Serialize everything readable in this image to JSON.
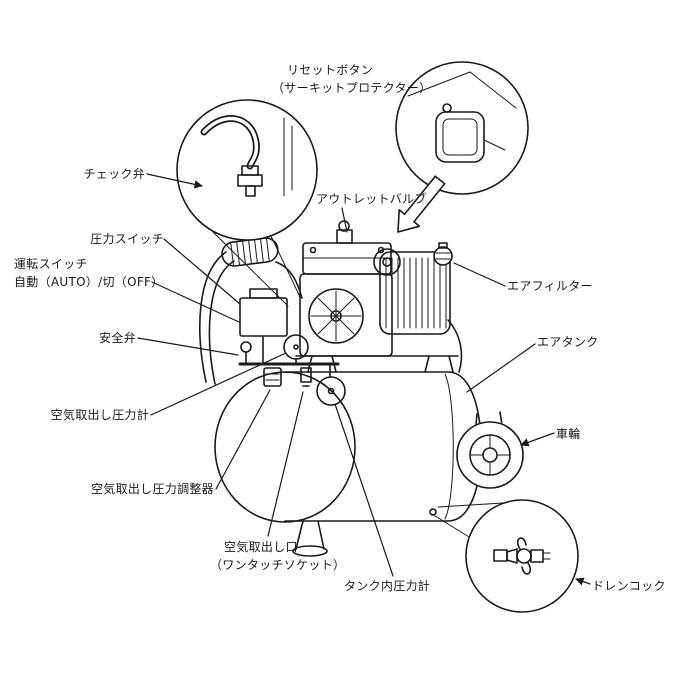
{
  "diagram": {
    "ink_color": "#1a1a1a",
    "labels": {
      "reset_button_line1": "リセットボタン",
      "reset_button_line2": "（サーキットプロテクター）",
      "check_valve": "チェック弁",
      "outlet_valve": "アウトレットバルブ",
      "pressure_switch": "圧力スイッチ",
      "operation_switch_line1": "運転スイッチ",
      "operation_switch_line2": "自動（AUTO）/切（OFF）",
      "air_filter": "エアフィルター",
      "safety_valve": "安全弁",
      "air_tank": "エアタンク",
      "outlet_pressure_gauge": "空気取出し圧力計",
      "wheel": "車輪",
      "outlet_pressure_regulator": "空気取出し圧力調整器",
      "air_outlet_line1": "空気取出し口",
      "air_outlet_line2": "（ワンタッチソケット）",
      "tank_pressure_gauge": "タンク内圧力計",
      "drain_cock": "ドレンコック"
    }
  }
}
